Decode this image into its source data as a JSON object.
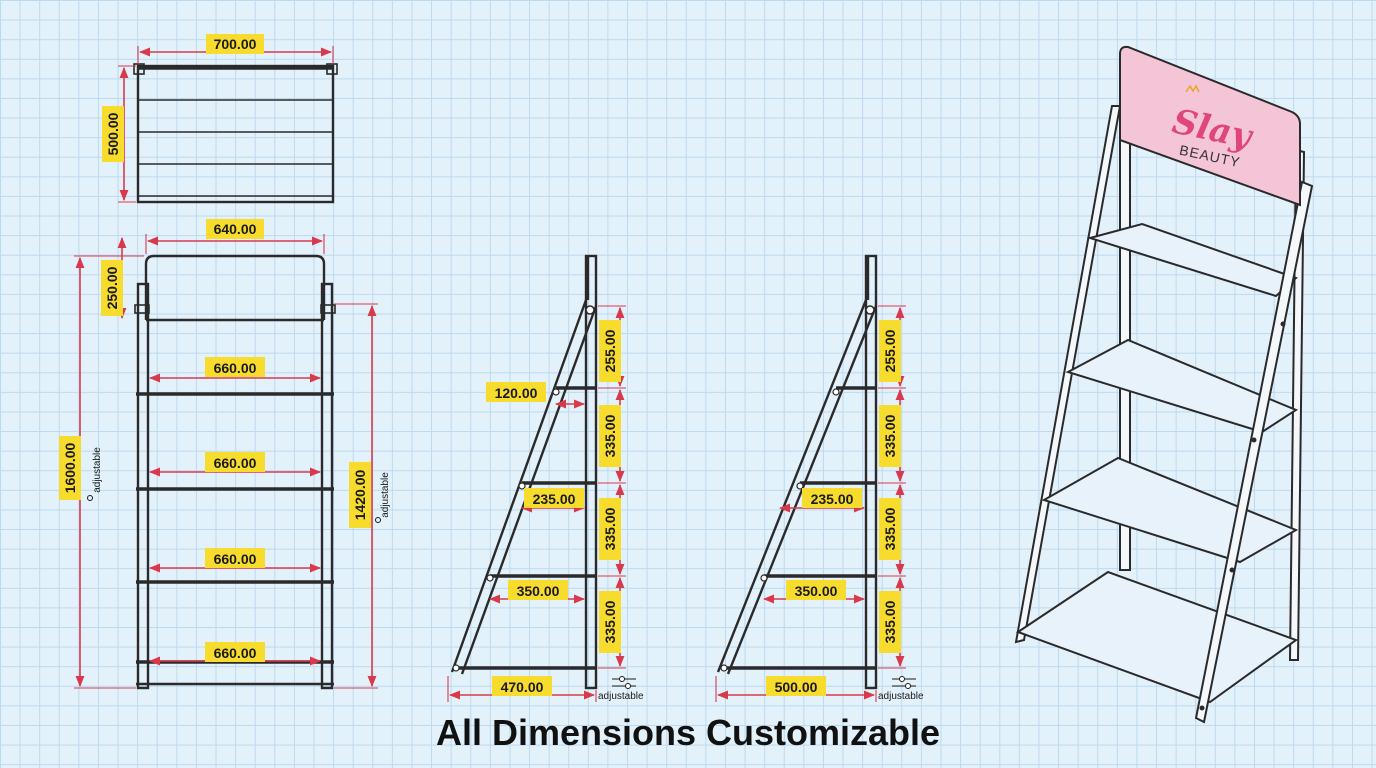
{
  "caption": "All Dimensions Customizable",
  "top_view": {
    "width": "700.00",
    "depth": "500.00"
  },
  "front_view": {
    "top_width": "640.00",
    "header_height": "250.00",
    "total_height": "1600.00",
    "frame_height": "1420.00",
    "shelf_widths": [
      "660.00",
      "660.00",
      "660.00",
      "660.00"
    ],
    "adjustable_note": "adjustable"
  },
  "side_view_a": {
    "spacings": [
      "255.00",
      "335.00",
      "335.00",
      "335.00"
    ],
    "shelf_depths": [
      "120.00",
      "235.00",
      "350.00"
    ],
    "base_depth": "470.00",
    "adjustable_note": "adjustable"
  },
  "side_view_b": {
    "spacings": [
      "255.00",
      "335.00",
      "335.00",
      "335.00"
    ],
    "shelf_depths": [
      "235.00",
      "350.00"
    ],
    "base_depth": "500.00",
    "adjustable_note": "adjustable"
  },
  "isometric": {
    "brand_name": "Slay",
    "brand_sub": "BEAUTY",
    "sign_color": "#f4c5d6",
    "brand_color": "#e0457c"
  },
  "colors": {
    "dimension": "#d83a4c",
    "label": "#f7dc2e",
    "frame": "#2a2a2a"
  }
}
